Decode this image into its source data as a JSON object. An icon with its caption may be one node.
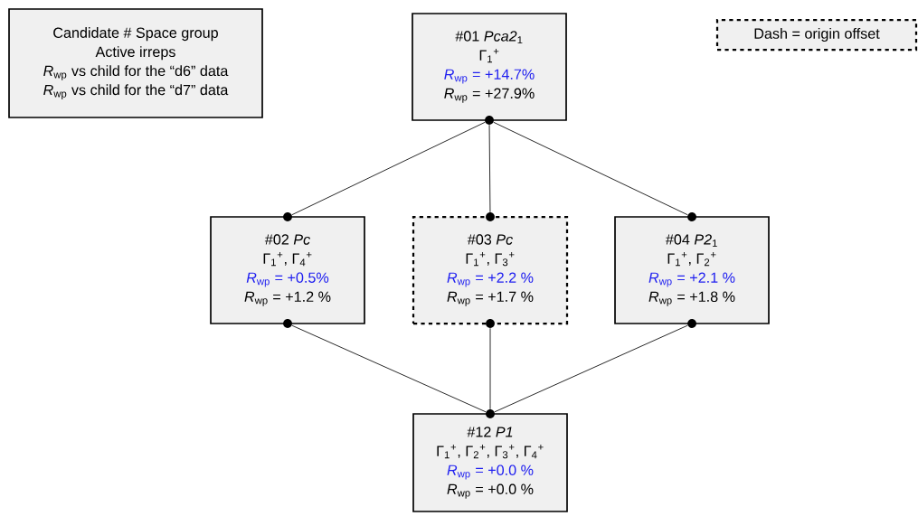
{
  "diagram": {
    "nodes": [
      {
        "text": [
          "Candidate # Space group",
          "Active irreps",
          "*R*$_{wp}$ vs child for the “d6” data",
          "*R*$_{wp}$ vs child for the “d7” data"
        ]
      },
      {
        "text": [
          "Dash = origin offset"
        ]
      },
      {
        "text": [
          "#01 *Pca2*$_{1}$",
          "Γ$_{1}$$^{+}$",
          "*R*$_{wp}$ =  +14.7%",
          "*R*$_{wp}$ =  +27.9%"
        ]
      },
      {
        "text": [
          "#02 *Pc*",
          "Γ$_{1}$$^{+}$, Γ$_{4}$$^{+}$",
          "*R*$_{wp}$ =  +0.5%",
          "*R*$_{wp}$ =  +1.2 %"
        ]
      },
      {
        "text": [
          "#03 *Pc*",
          "Γ$_{1}$$^{+}$, Γ$_{3}$$^{+}$",
          "*R*$_{wp}$ =  +2.2 %",
          "*R*$_{wp}$ =  +1.7 %"
        ]
      },
      {
        "text": [
          "#04 *P2*$_{1}$",
          "Γ$_{1}$$^{+}$, Γ$_{2}$$^{+}$",
          "*R*$_{wp}$ =  +2.1 %",
          "*R*$_{wp}$ =  +1.8 %"
        ]
      },
      {
        "text": [
          "#12 *P1*",
          "Γ$_{1}$$^{+}$, Γ$_{2}$$^{+}$, Γ$_{3}$$^{+}$, Γ$_{4}$$^{+}$",
          "*R*$_{wp}$ =  +0.0 %",
          "*R*$_{wp}$ =  +0.0 %"
        ]
      },
      {
        "text": [],
        "shape": "circle"
      },
      {
        "text": [],
        "shape": "circle"
      },
      {
        "text": [],
        "shape": "circle"
      },
      {
        "text": [],
        "shape": "circle"
      },
      {
        "text": [],
        "shape": "circle"
      },
      {
        "text": [],
        "shape": "circle"
      },
      {
        "text": [],
        "shape": "circle"
      },
      {
        "text": [],
        "shape": "circle"
      }
    ],
    "edges": [
      {
        "from": 7,
        "to": 8,
        "arrow": "none"
      },
      {
        "from": 7,
        "to": 9,
        "arrow": "none"
      },
      {
        "from": 7,
        "to": 10,
        "arrow": "none"
      },
      {
        "from": 11,
        "to": 14,
        "arrow": "none"
      },
      {
        "from": 12,
        "to": 14,
        "arrow": "none"
      },
      {
        "from": 13,
        "to": 14,
        "arrow": "none"
      }
    ]
  }
}
